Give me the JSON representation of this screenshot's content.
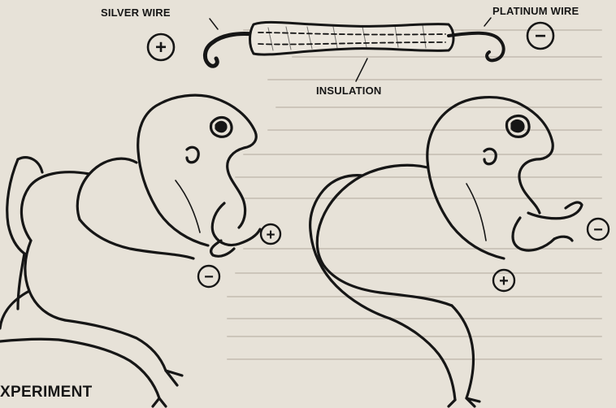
{
  "labels": {
    "silver_wire": "SILVER WIRE",
    "platinum_wire": "PLATINUM WIRE",
    "insulation": "INSULATION",
    "caption": "XPERIMENT"
  },
  "signs": {
    "plus": "+",
    "minus": "−"
  },
  "colors": {
    "paper": "#e7e2d8",
    "ink": "#161616",
    "bleed_text": "#8c8478"
  },
  "icons": [
    "plus-circle-icon",
    "minus-circle-icon"
  ]
}
